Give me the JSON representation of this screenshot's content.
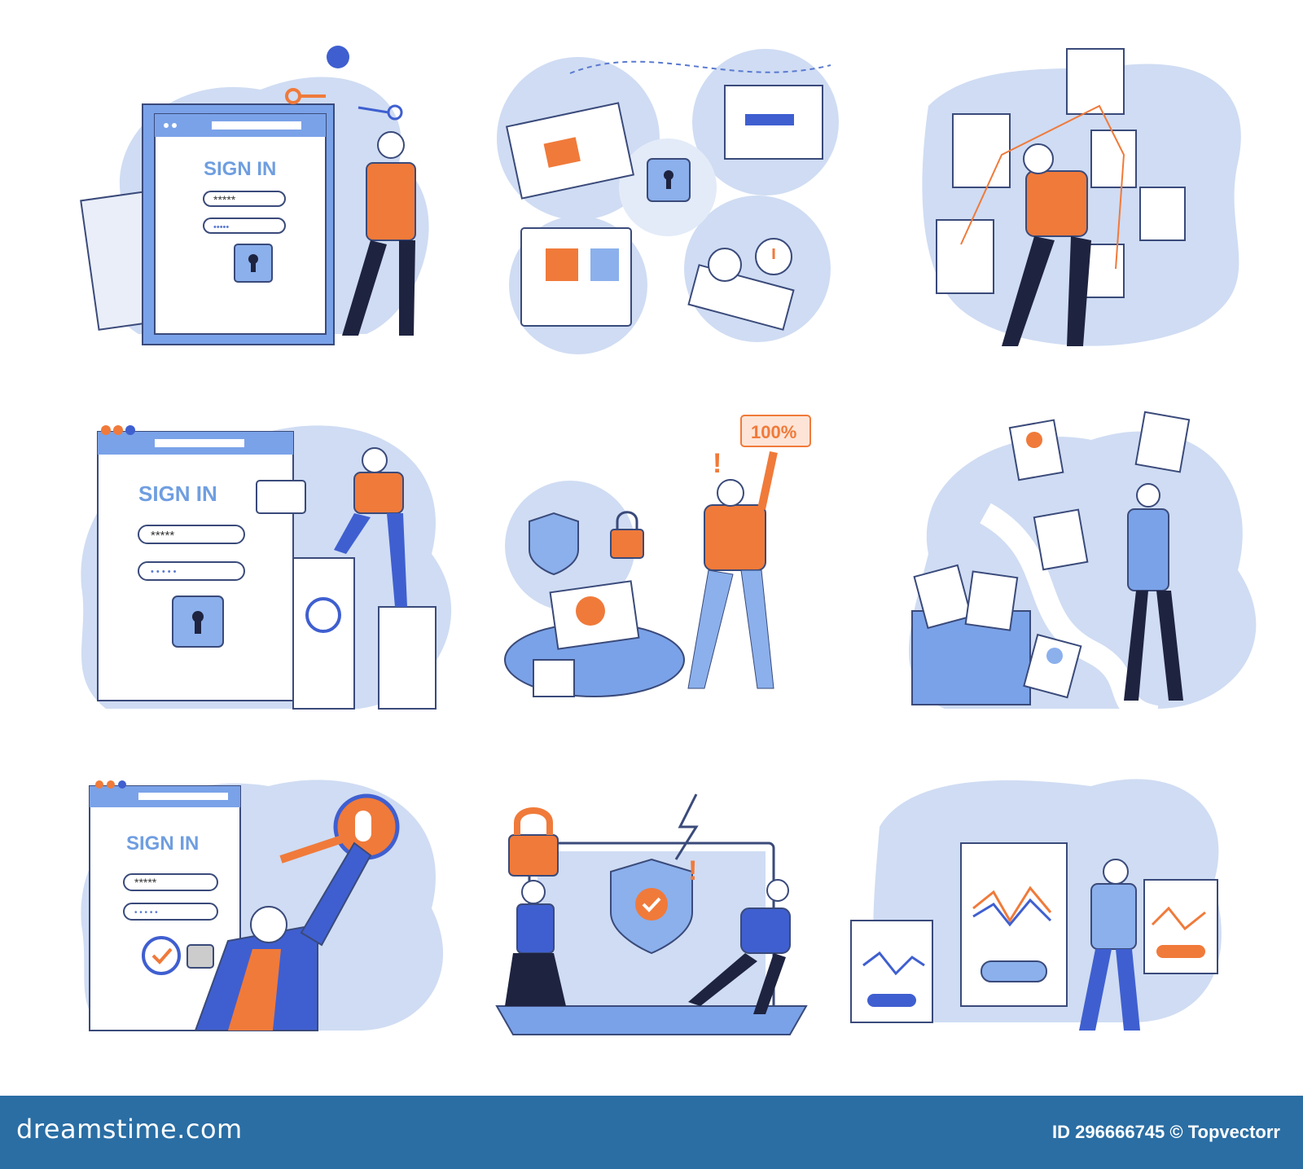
{
  "scenes": {
    "s1": {
      "title": "SIGN IN",
      "password_mask": "*****",
      "password_dots": "•••••"
    },
    "s4": {
      "title": "SIGN IN",
      "password_mask": "*****",
      "password_dots": "• • • • •"
    },
    "s5": {
      "percent_badge": "100%"
    },
    "s7": {
      "title": "SIGN IN",
      "password_mask": "*****",
      "password_dots": "• • • • •"
    }
  },
  "footer": {
    "logo": "dreamstime.com",
    "image_id": "ID 296666745 © Topvectorr"
  },
  "colors": {
    "accent_blue": "#3f5fd0",
    "light_blue": "#b8cdee",
    "orange": "#f07a3a",
    "footer_bg": "#2a6ea4"
  }
}
